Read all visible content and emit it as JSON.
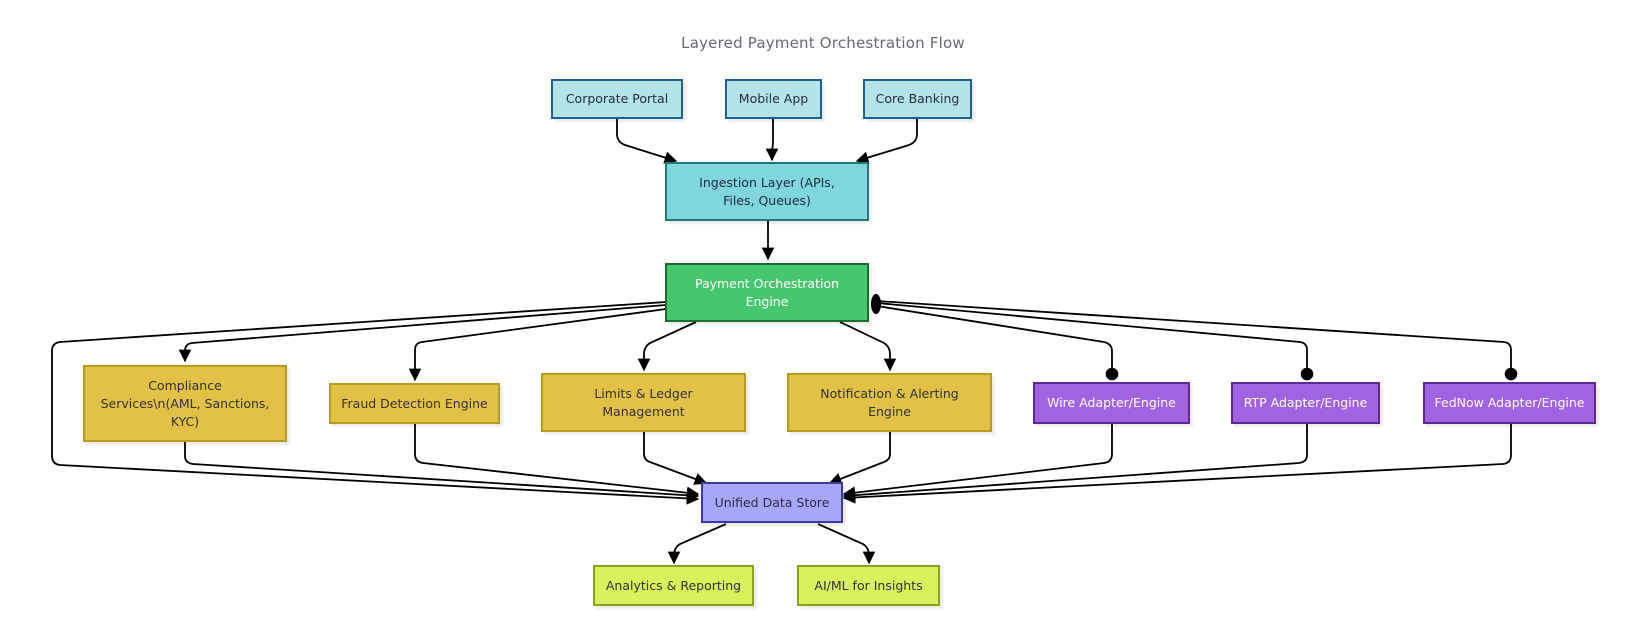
{
  "title": "Layered Payment Orchestration Flow",
  "colors": {
    "source": "#b4e4e6",
    "ingestion": "#7fd6dc",
    "engine": "#47c76d",
    "service": "#e2c246",
    "adapter": "#a263e2",
    "store": "#a7a7fa",
    "consumer": "#dbf15c",
    "edge": "#000000"
  },
  "nodes": {
    "corporate_portal": "Corporate Portal",
    "mobile_app": "Mobile App",
    "core_banking": "Core Banking",
    "ingestion": "Ingestion Layer (APIs, Files, Queues)",
    "engine": "Payment Orchestration Engine",
    "compliance": "Compliance Services\\n(AML, Sanctions, KYC)",
    "fraud": "Fraud Detection Engine",
    "limits": "Limits & Ledger Management",
    "notification": "Notification & Alerting Engine",
    "wire": "Wire Adapter/Engine",
    "rtp": "RTP Adapter/Engine",
    "fednow": "FedNow Adapter/Engine",
    "store": "Unified Data Store",
    "analytics": "Analytics & Reporting",
    "aiml": "AI/ML for Insights"
  },
  "edges": [
    {
      "from": "corporate_portal",
      "to": "ingestion",
      "head": "arrow"
    },
    {
      "from": "mobile_app",
      "to": "ingestion",
      "head": "arrow"
    },
    {
      "from": "core_banking",
      "to": "ingestion",
      "head": "arrow"
    },
    {
      "from": "ingestion",
      "to": "engine",
      "head": "arrow"
    },
    {
      "from": "engine",
      "to": "compliance",
      "head": "arrow"
    },
    {
      "from": "engine",
      "to": "fraud",
      "head": "arrow"
    },
    {
      "from": "engine",
      "to": "limits",
      "head": "arrow"
    },
    {
      "from": "engine",
      "to": "notification",
      "head": "arrow"
    },
    {
      "from": "engine",
      "to": "wire",
      "head": "circle"
    },
    {
      "from": "engine",
      "to": "rtp",
      "head": "circle"
    },
    {
      "from": "engine",
      "to": "fednow",
      "head": "circle"
    },
    {
      "from": "engine",
      "to": "store",
      "head": "arrow"
    },
    {
      "from": "compliance",
      "to": "store",
      "head": "arrow"
    },
    {
      "from": "fraud",
      "to": "store",
      "head": "arrow"
    },
    {
      "from": "limits",
      "to": "store",
      "head": "arrow"
    },
    {
      "from": "notification",
      "to": "store",
      "head": "arrow"
    },
    {
      "from": "wire",
      "to": "store",
      "head": "arrow"
    },
    {
      "from": "rtp",
      "to": "store",
      "head": "arrow"
    },
    {
      "from": "fednow",
      "to": "store",
      "head": "arrow"
    },
    {
      "from": "store",
      "to": "analytics",
      "head": "arrow"
    },
    {
      "from": "store",
      "to": "aiml",
      "head": "arrow"
    }
  ]
}
